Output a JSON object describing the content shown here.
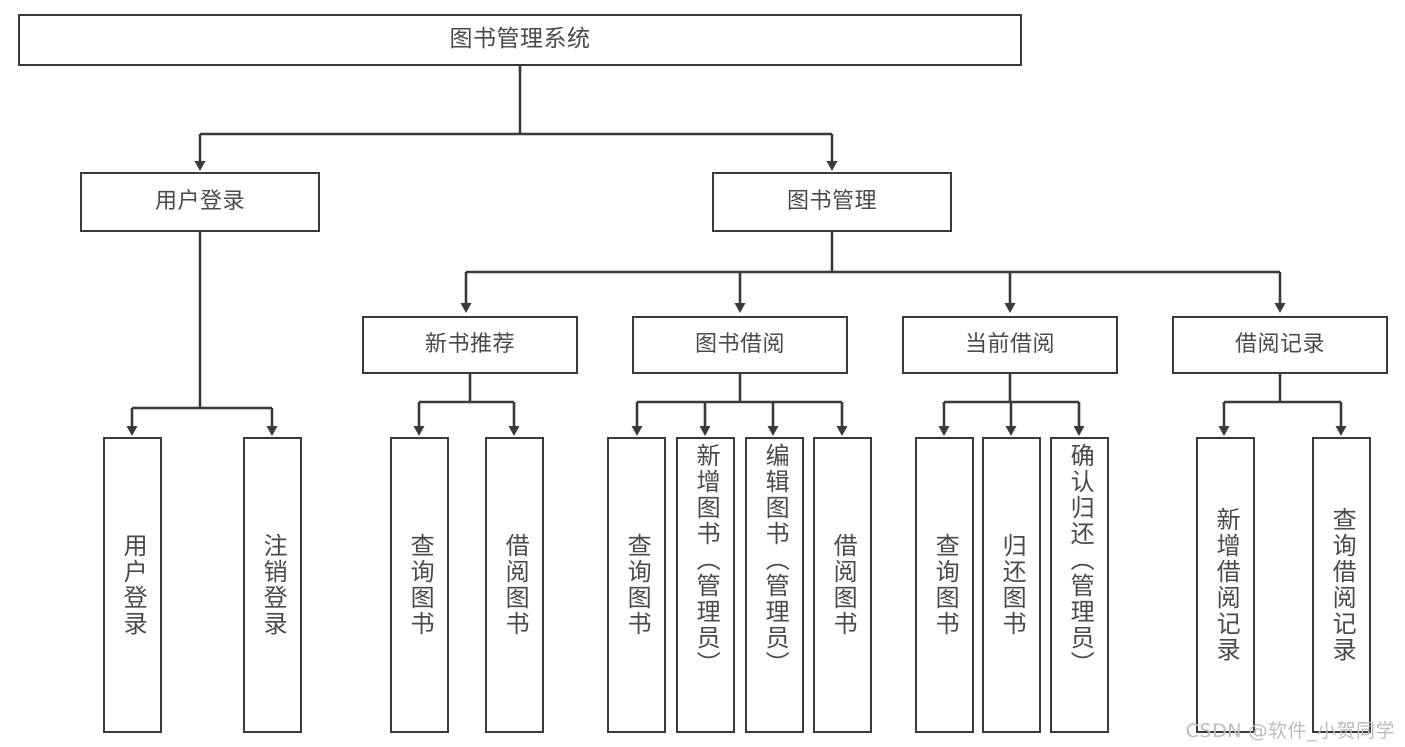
{
  "diagram": {
    "title": "图书管理系统",
    "type": "tree",
    "background_color": "#ffffff",
    "line_color": "#3a3a3a",
    "text_color": "#4a4a4a",
    "nodes": {
      "root": {
        "label": "图书管理系统"
      },
      "level2": [
        {
          "label": "用户登录"
        },
        {
          "label": "图书管理"
        }
      ],
      "level3": [
        {
          "label": "新书推荐"
        },
        {
          "label": "图书借阅"
        },
        {
          "label": "当前借阅"
        },
        {
          "label": "借阅记录"
        }
      ],
      "leaves_user_login": [
        {
          "label": "用户登录"
        },
        {
          "label": "注销登录"
        }
      ],
      "leaves_new_books": [
        {
          "label": "查询图书"
        },
        {
          "label": "借阅图书"
        }
      ],
      "leaves_borrow": [
        {
          "label": "查询图书"
        },
        {
          "label": "新增图书（管理员）"
        },
        {
          "label": "编辑图书（管理员）"
        },
        {
          "label": "借阅图书"
        }
      ],
      "leaves_current": [
        {
          "label": "查询图书"
        },
        {
          "label": "归还图书"
        },
        {
          "label": "确认归还（管理员）"
        }
      ],
      "leaves_records": [
        {
          "label": "新增借阅记录"
        },
        {
          "label": "查询借阅记录"
        }
      ]
    }
  },
  "watermark": {
    "text": "CSDN @软件_小贺同学"
  }
}
